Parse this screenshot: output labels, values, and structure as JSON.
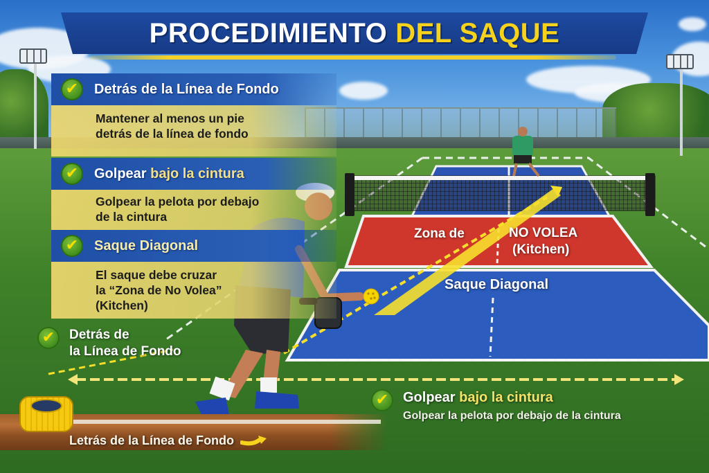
{
  "title": {
    "main": "PROCEDIMIENTO",
    "accent": "DEL SAQUE"
  },
  "colors": {
    "banner_blue": "#1d4aa0",
    "accent_yellow": "#f7d21c",
    "check_green": "#4f9a22",
    "court_blue": "#2a55b5",
    "kitchen_red": "#d2362c",
    "grass_green": "#3f8129"
  },
  "panel": {
    "items": [
      {
        "icon": "check-icon",
        "heading": "Detrás de la Línea de Fondo",
        "heading_accent": "",
        "body": [
          "Mantener al menos un pie",
          "detrás de la línea de fondo"
        ]
      },
      {
        "icon": "check-icon",
        "heading": "Golpear",
        "heading_accent": "bajo la cintura",
        "body": [
          "Golpear la pelota por debajo",
          "de la cintura"
        ]
      },
      {
        "icon": "check-icon",
        "heading": "Saque Diagonal",
        "heading_accent": "",
        "body": [
          "El saque debe cruzar",
          "la “Zona de No Volea”",
          "(Kitchen)"
        ]
      }
    ]
  },
  "court": {
    "kitchen_left": "Zona de",
    "kitchen_right_1": "NO VOLEA",
    "kitchen_right_2": "(Kitchen)",
    "service_label": "Saque Diagonal"
  },
  "callouts": {
    "baseline": {
      "icon": "check-icon",
      "line1": "Detrás de",
      "line2": "la Línea de Fondo"
    },
    "waist": {
      "icon": "check-icon",
      "heading": "Golpear",
      "heading_accent": "bajo la cintura",
      "sub": "Golpear la pelota por debajo de la cintura"
    }
  },
  "baseline_strip": {
    "label": "Letrás de la Línea de Fondo",
    "icon": "arrow-right-curved-icon"
  },
  "check_glyph": "✔"
}
